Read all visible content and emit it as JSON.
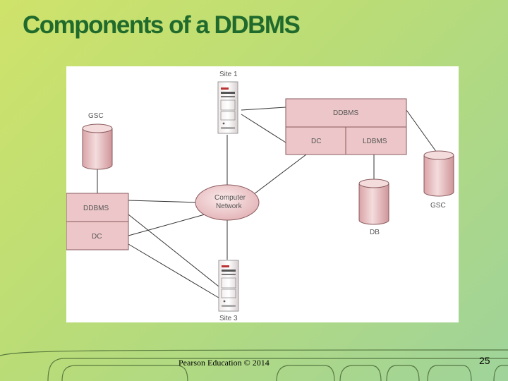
{
  "slide": {
    "title": "Components of a DDBMS",
    "footer": "Pearson Education © 2014",
    "page_number": "25"
  },
  "diagram": {
    "site1_label": "Site 1",
    "site3_label": "Site 3",
    "gsc_left_label": "GSC",
    "gsc_right_label": "GSC",
    "ddbms_top_label": "DDBMS",
    "dc_top_label": "DC",
    "ldbms_label": "LDBMS",
    "ddbms_left_label": "DDBMS",
    "dc_left_label": "DC",
    "network_label_line1": "Computer",
    "network_label_line2": "Network",
    "db_label": "DB"
  },
  "colors": {
    "title": "#1f6a2c",
    "box_fill": "#ecc6c8",
    "box_stroke": "#8a5a5e"
  }
}
